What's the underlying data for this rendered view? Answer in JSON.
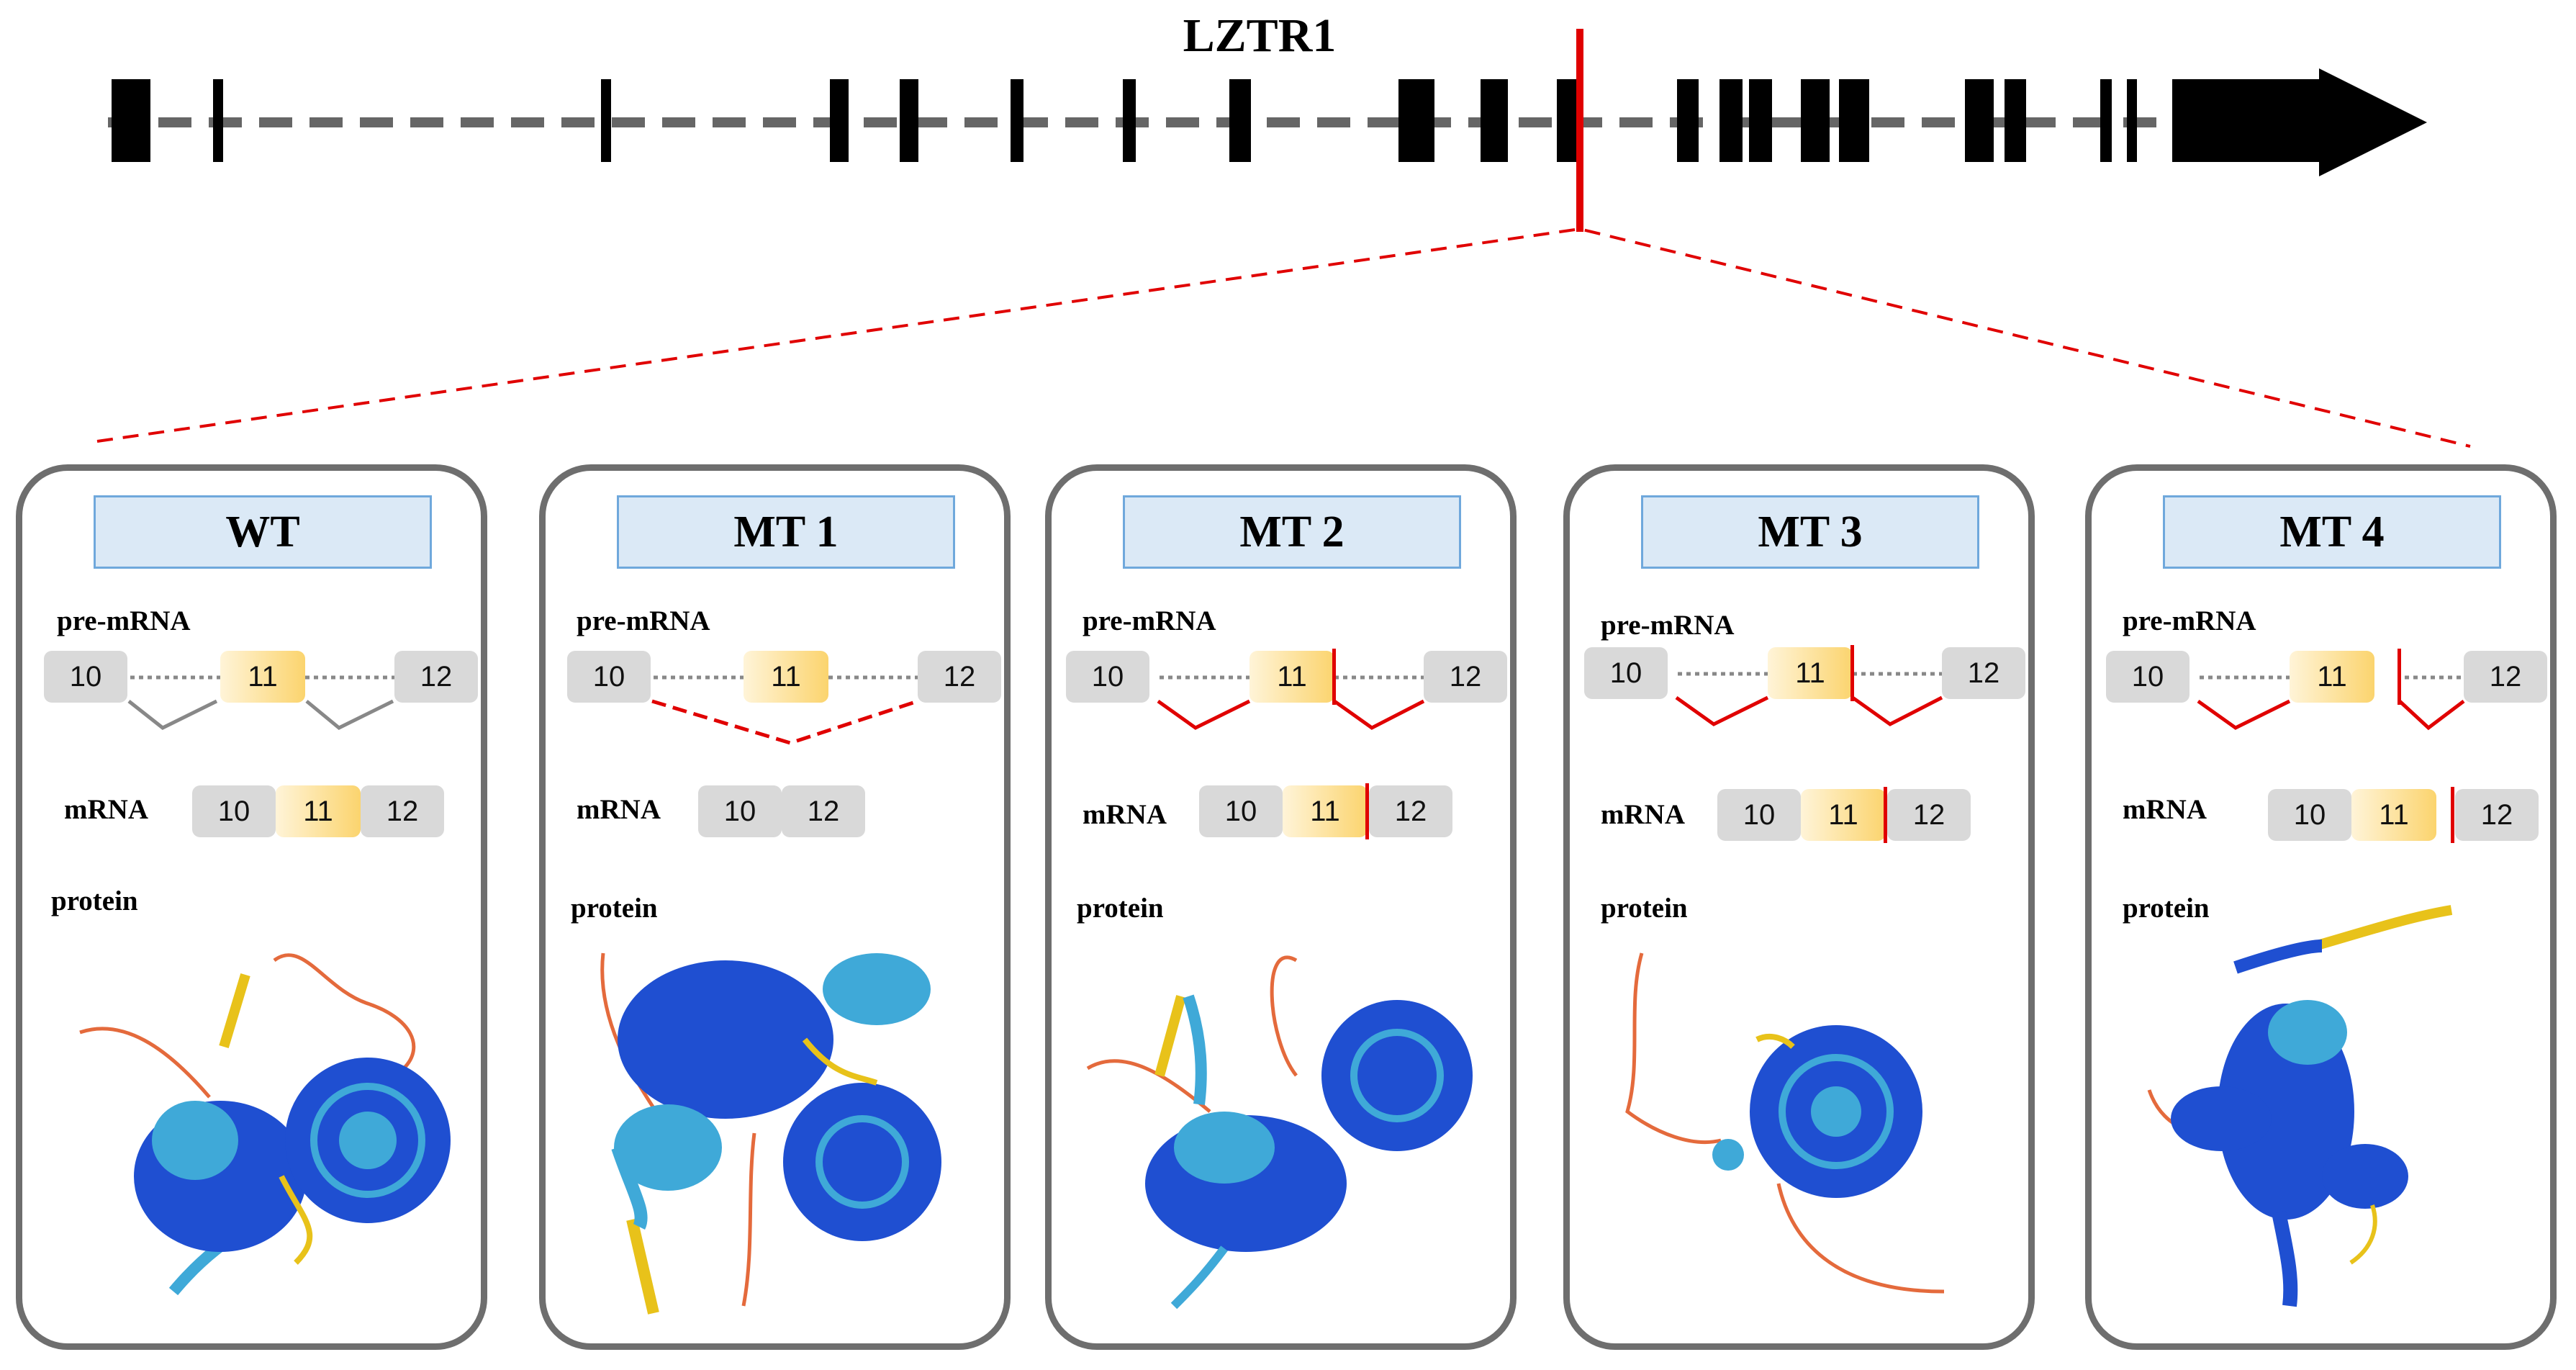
{
  "gene": {
    "name": "LZTR1"
  },
  "row_labels": {
    "pre_mrna": "pre-mRNA",
    "mrna": "mRNA",
    "protein": "protein"
  },
  "exons": {
    "e10": "10",
    "e11": "11",
    "e12": "12"
  },
  "panels": [
    {
      "title": "WT"
    },
    {
      "title": "MT 1"
    },
    {
      "title": "MT 2"
    },
    {
      "title": "MT 3"
    },
    {
      "title": "MT 4"
    }
  ],
  "colors": {
    "exon_block": "#000000",
    "intron_line": "#666666",
    "variant": "#e00000",
    "title_fill": "#dbe9f6",
    "title_border": "#6fa8dc",
    "exon_grey": "#d9d9d9",
    "exon_yellow": "#fbd46e",
    "splice_normal": "#888888",
    "splice_aberrant": "#e00000",
    "protein_core": "#1f4fd1",
    "protein_mid": "#3fa9d8",
    "protein_helix": "#e8c21a",
    "protein_loop": "#e46a3c"
  }
}
